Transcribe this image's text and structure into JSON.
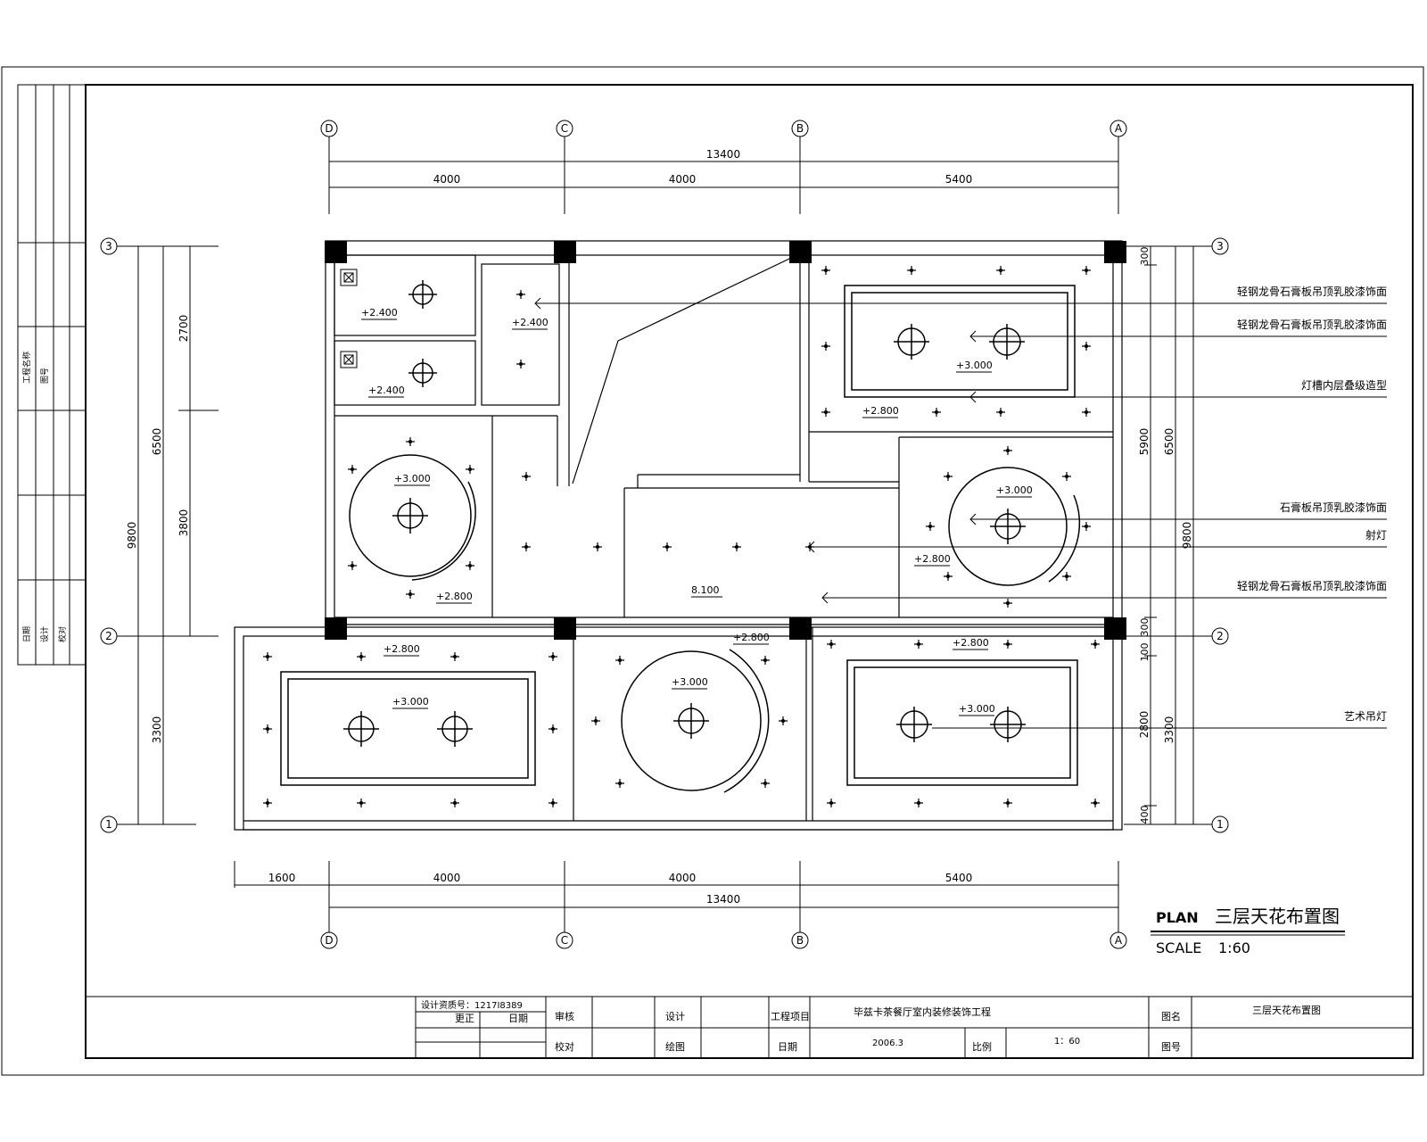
{
  "axes": {
    "top": [
      "D",
      "C",
      "B",
      "A"
    ],
    "right": [
      "3",
      "2",
      "1"
    ],
    "left": [
      "3",
      "2",
      "1"
    ]
  },
  "dimensions": {
    "top_total": "13400",
    "top_spans": [
      "4000",
      "4000",
      "5400"
    ],
    "bottom_spans": [
      "1600",
      "4000",
      "4000",
      "5400"
    ],
    "bottom_total": "13400",
    "left_outer": "9800",
    "left_middle": "6500",
    "left_upper": "2700",
    "left_lower_mid": "3800",
    "left_bottom": "3300",
    "right_segments": [
      "300",
      "5900",
      "300",
      "100",
      "2800",
      "400"
    ],
    "right_mid": [
      "6500",
      "3300"
    ],
    "right_outer": "9800"
  },
  "elevations": {
    "e2400": "+2.400",
    "e2800": "+2.800",
    "e3000": "+3.000",
    "e8100": "8.100"
  },
  "annotations": [
    "轻钢龙骨石膏板吊顶乳胶漆饰面",
    "轻钢龙骨石膏板吊顶乳胶漆饰面",
    "灯槽内层叠级造型",
    "石膏板吊顶乳胶漆饰面",
    "射灯",
    "轻钢龙骨石膏板吊顶乳胶漆饰面",
    "艺术吊灯"
  ],
  "title_block": {
    "plan_label": "PLAN",
    "title": "三层天花布置图",
    "scale_label": "SCALE",
    "scale_value": "1:60"
  },
  "footer": {
    "license": "设计资质号：1217I8389",
    "revision": "更正",
    "date_label": "日期",
    "review": "审核",
    "check": "校对",
    "design": "设计",
    "drawn": "绘图",
    "project_label": "工程项目",
    "project_name": "毕兹卡茶餐厅室内装修装饰工程",
    "date_label2": "日期",
    "date_value": "2006.3",
    "scale_label": "比例",
    "scale_value": "1：60",
    "title_label": "图名",
    "title_value": "三层天花布置图",
    "no_label": "图号"
  },
  "side_table": [
    "工程名称",
    "图号",
    "日期",
    "设计",
    "校对"
  ]
}
